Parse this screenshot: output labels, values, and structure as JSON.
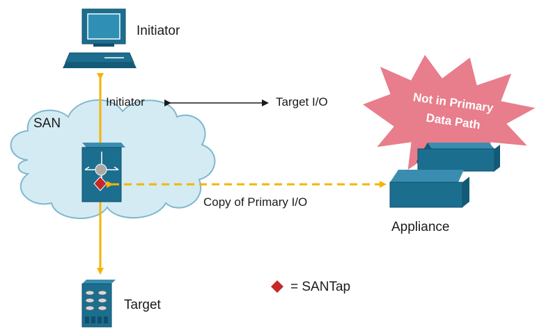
{
  "labels": {
    "initiator_device": "Initiator",
    "san": "SAN",
    "flow_from": "Initiator",
    "flow_to": "Target I/O",
    "copy": "Copy of Primary I/O",
    "appliance": "Appliance",
    "target": "Target",
    "legend": "= SANTap"
  },
  "callout": {
    "line1": "Not in Primary",
    "line2": "Data Path"
  },
  "colors": {
    "device_blue": "#1c6e8f",
    "cloud_fill": "#d4ebf3",
    "cloud_stroke": "#7fb7cf",
    "data_path": "#f5b400",
    "santap": "#c62828",
    "callout": "#e87d8b"
  }
}
